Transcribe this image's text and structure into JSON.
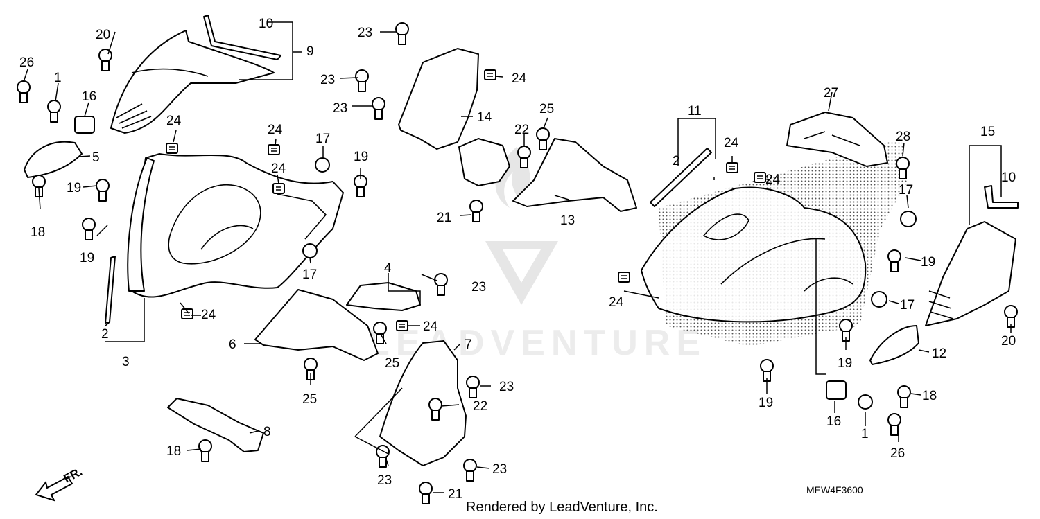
{
  "diagram_code": "MEW4F3600",
  "credit": "Rendered by LeadVenture, Inc.",
  "front_arrow_label": "FR.",
  "watermark_text": "LEADVENTURE",
  "callouts": {
    "c1a": "1",
    "c1b": "1",
    "c2a": "2",
    "c2b": "2",
    "c3": "3",
    "c4": "4",
    "c5": "5",
    "c6": "6",
    "c7": "7",
    "c8": "8",
    "c9": "9",
    "c10a": "10",
    "c10b": "10",
    "c11": "11",
    "c12": "12",
    "c13": "13",
    "c14": "14",
    "c15": "15",
    "c16a": "16",
    "c16b": "16",
    "c17a": "17",
    "c17b": "17",
    "c17c": "17",
    "c17d": "17",
    "c18a": "18",
    "c18b": "18",
    "c18c": "18",
    "c19a": "19",
    "c19b": "19",
    "c19c": "19",
    "c19d": "19",
    "c19e": "19",
    "c19f": "19",
    "c20a": "20",
    "c20b": "20",
    "c21a": "21",
    "c21b": "21",
    "c22a": "22",
    "c22b": "22",
    "c23a": "23",
    "c23b": "23",
    "c23c": "23",
    "c23d": "23",
    "c23e": "23",
    "c23f": "23",
    "c23g": "23",
    "c24a": "24",
    "c24b": "24",
    "c24c": "24",
    "c24d": "24",
    "c24e": "24",
    "c24f": "24",
    "c24g": "24",
    "c24h": "24",
    "c24i": "24",
    "c25a": "25",
    "c25b": "25",
    "c25c": "25",
    "c26a": "26",
    "c26b": "26",
    "c27": "27",
    "c28": "28"
  }
}
